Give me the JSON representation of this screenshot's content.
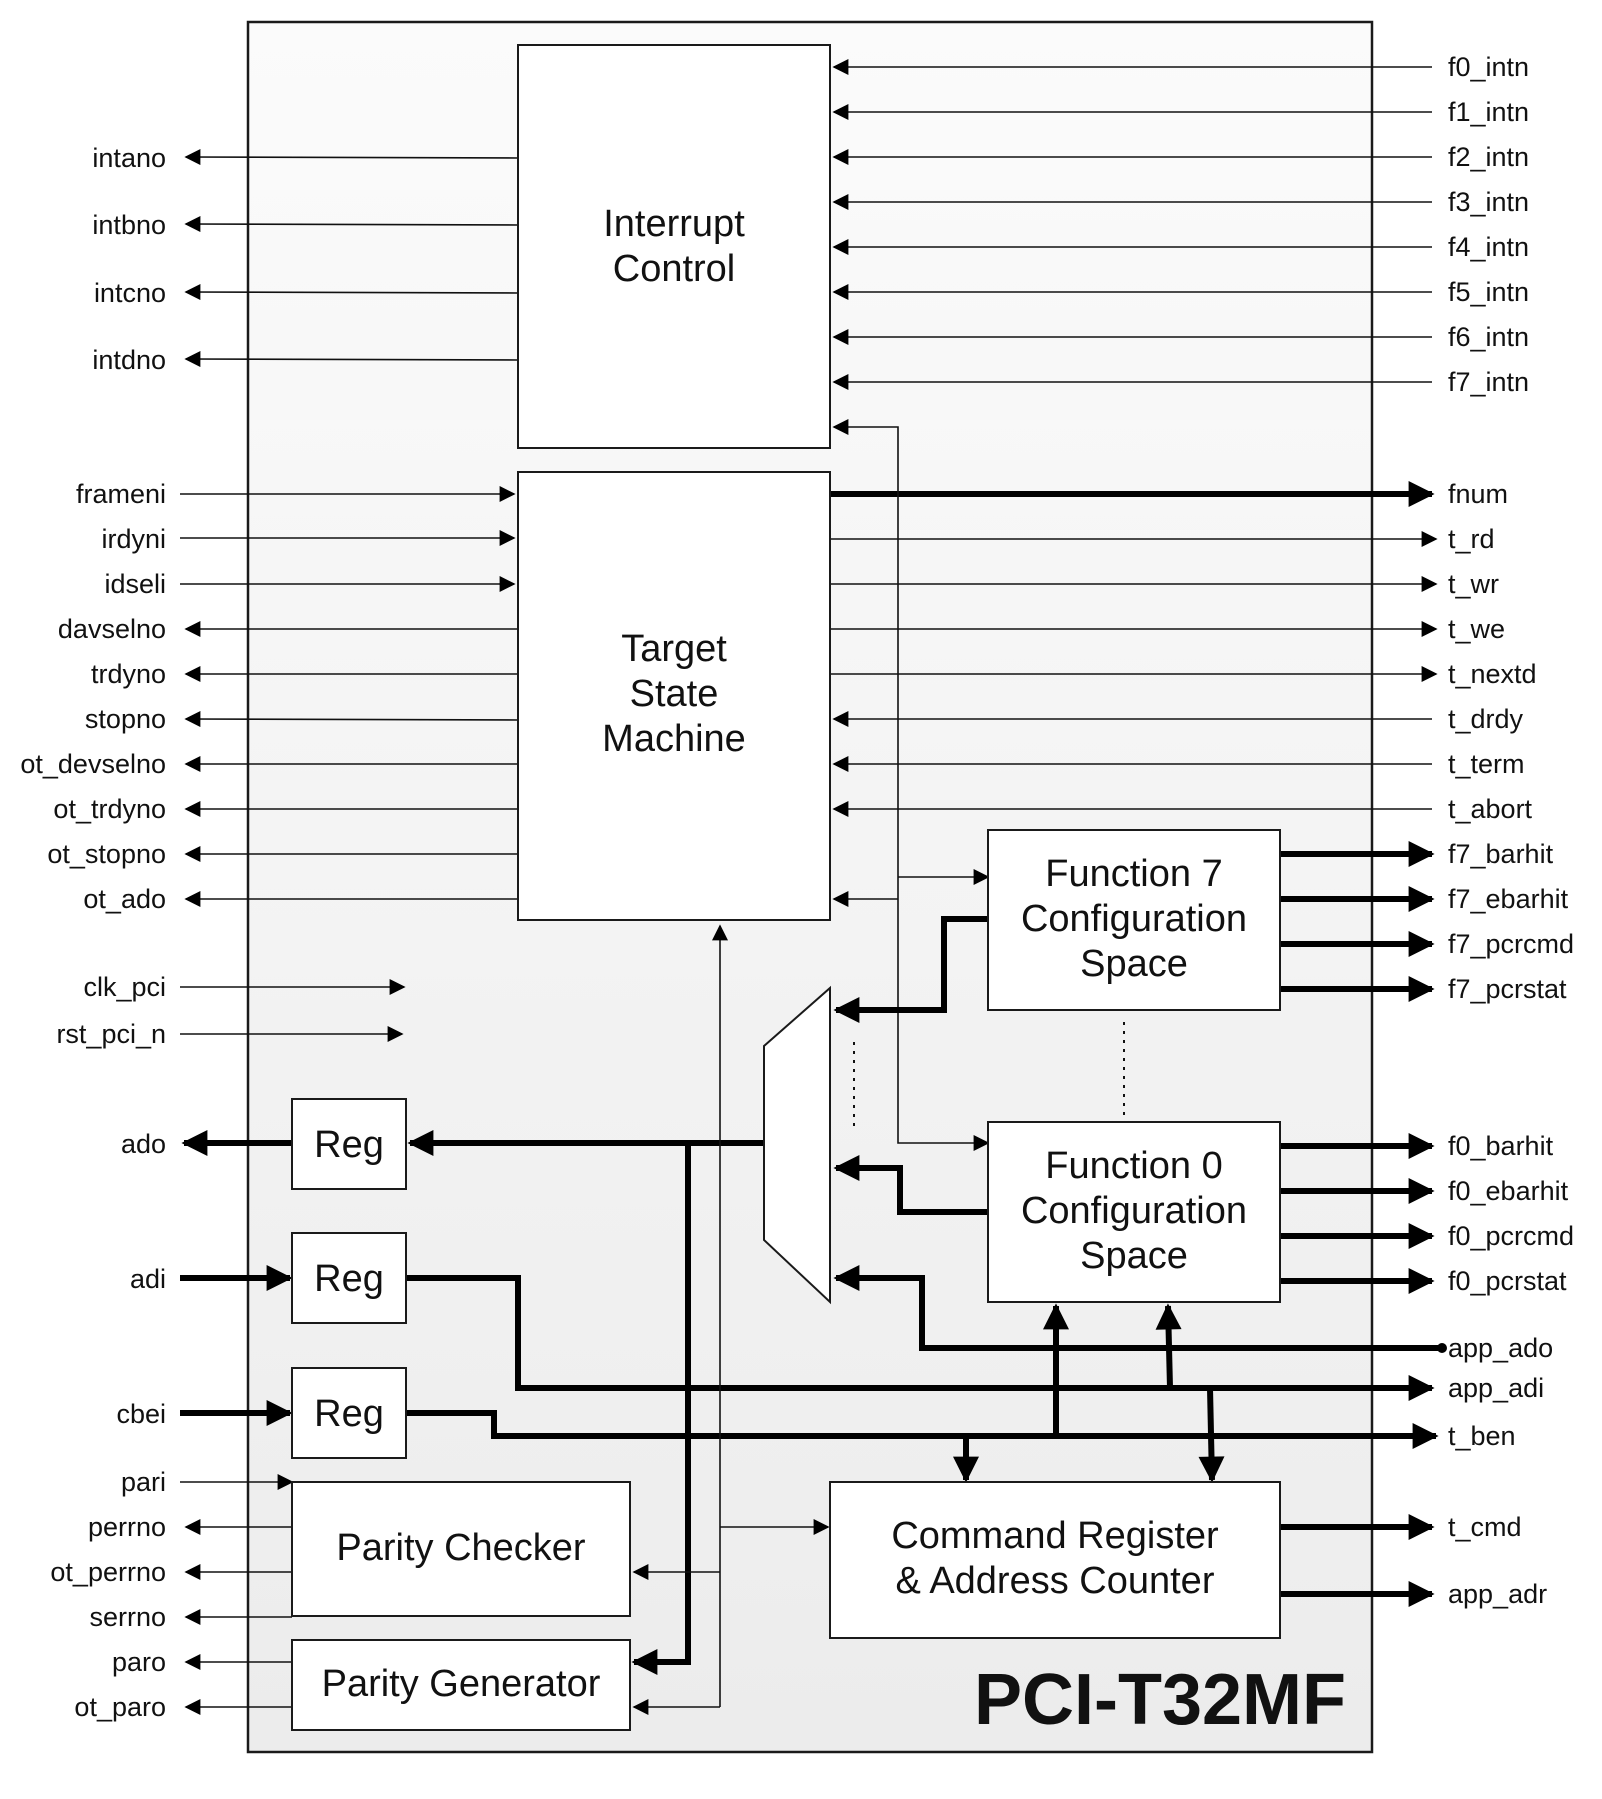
{
  "title": "PCI-T32MF",
  "blocks": {
    "interrupt": [
      "Interrupt",
      "Control"
    ],
    "tsm": [
      "Target",
      "State",
      "Machine"
    ],
    "f7": [
      "Function 7",
      "Configuration",
      "Space"
    ],
    "f0": [
      "Function 0",
      "Configuration",
      "Space"
    ],
    "reg": "Reg",
    "parity_checker": "Parity Checker",
    "parity_generator": "Parity Generator",
    "cmd": [
      "Command Register",
      "& Address Counter"
    ]
  },
  "signals": {
    "left": {
      "intano": "intano",
      "intbno": "intbno",
      "intcno": "intcno",
      "intdno": "intdno",
      "frameni": "frameni",
      "irdyni": "irdyni",
      "idseli": "idseli",
      "davselno": "davselno",
      "trdyno": "trdyno",
      "stopno": "stopno",
      "ot_devselno": "ot_devselno",
      "ot_trdyno": "ot_trdyno",
      "ot_stopno": "ot_stopno",
      "ot_ado": "ot_ado",
      "clk_pci": "clk_pci",
      "rst_pci_n": "rst_pci_n",
      "ado": "ado",
      "adi": "adi",
      "cbei": "cbei",
      "pari": "pari",
      "perrno": "perrno",
      "ot_perrno": "ot_perrno",
      "serrno": "serrno",
      "paro": "paro",
      "ot_paro": "ot_paro"
    },
    "right": {
      "f0_intn": "f0_intn",
      "f1_intn": "f1_intn",
      "f2_intn": "f2_intn",
      "f3_intn": "f3_intn",
      "f4_intn": "f4_intn",
      "f5_intn": "f5_intn",
      "f6_intn": "f6_intn",
      "f7_intn": "f7_intn",
      "fnum": "fnum",
      "t_rd": "t_rd",
      "t_wr": "t_wr",
      "t_we": "t_we",
      "t_nextd": "t_nextd",
      "t_drdy": "t_drdy",
      "t_term": "t_term",
      "t_abort": "t_abort",
      "f7_barhit": "f7_barhit",
      "f7_ebarhit": "f7_ebarhit",
      "f7_pcrcmd": "f7_pcrcmd",
      "f7_pcrstat": "f7_pcrstat",
      "f0_barhit": "f0_barhit",
      "f0_ebarhit": "f0_ebarhit",
      "f0_pcrcmd": "f0_pcrcmd",
      "f0_pcrstat": "f0_pcrstat",
      "app_ado": "app_ado",
      "app_adi": "app_adi",
      "t_ben": "t_ben",
      "t_cmd": "t_cmd",
      "app_adr": "app_adr"
    }
  }
}
